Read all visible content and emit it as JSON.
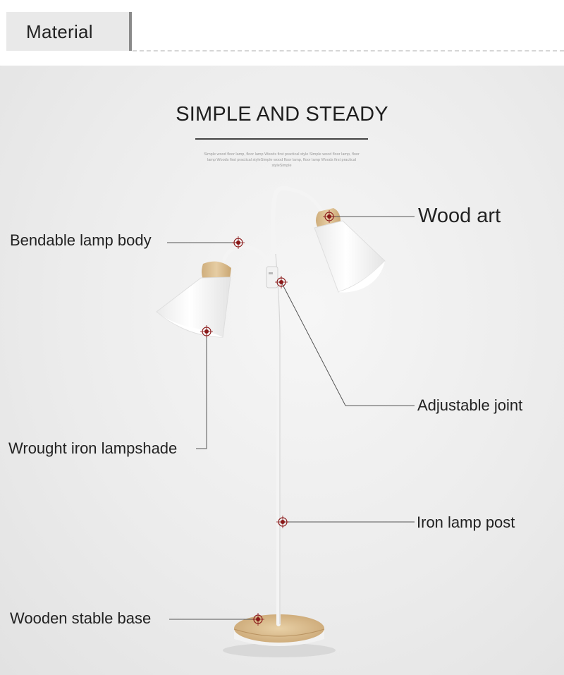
{
  "header": {
    "tab_title": "Material"
  },
  "main": {
    "headline": "SIMPLE AND STEADY",
    "blurb": "Simple wood floor lamp, floor lamp Woods first practical style Simple wood floor lamp, floor lamp Woods first practical styleSimple wood floor lamp, floor lamp Woods first practical styleSimple"
  },
  "callouts": {
    "wood_art": "Wood art",
    "bendable_body": "Bendable lamp body",
    "adjustable_joint": "Adjustable joint",
    "lampshade": "Wrought iron lampshade",
    "lamp_post": "Iron lamp post",
    "base": "Wooden stable base"
  },
  "colors": {
    "marker": "#8b1a1a",
    "wood": "#dcbf94",
    "shade": "#f7f7f7",
    "text": "#222222"
  }
}
